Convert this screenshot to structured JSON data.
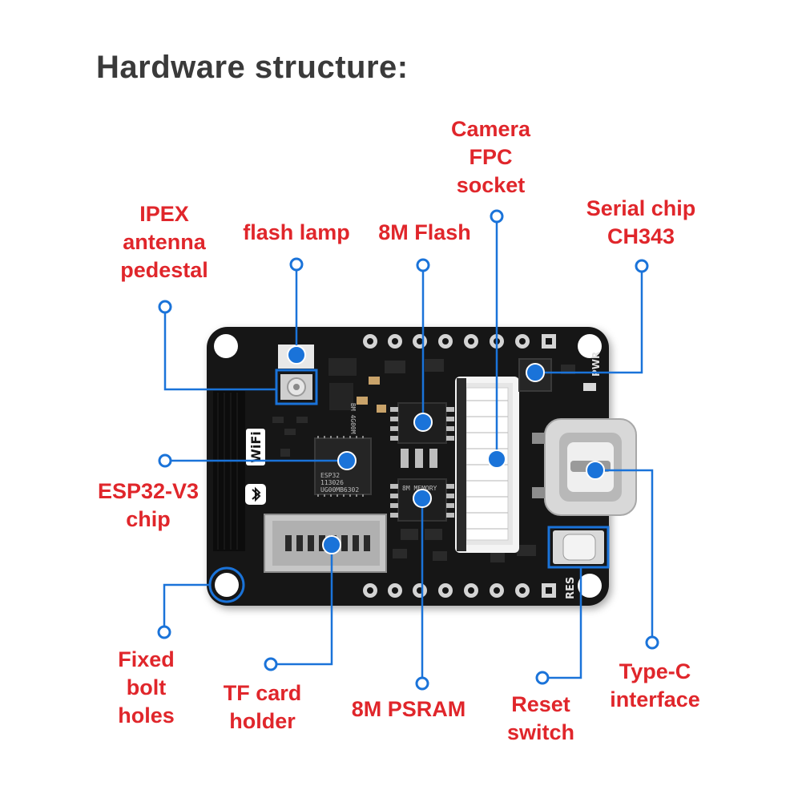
{
  "title": "Hardware structure:",
  "labels": {
    "ipex": "IPEX\nantenna\npedestal",
    "flash_lamp": "flash lamp",
    "flash8m": "8M Flash",
    "camera": "Camera\nFPC\nsocket",
    "serial": "Serial chip\nCH343",
    "esp32": "ESP32-V3\nchip",
    "bolt": "Fixed\nbolt\nholes",
    "tf": "TF card\nholder",
    "psram": "8M PSRAM",
    "reset": "Reset\nswitch",
    "typec": "Type-C\ninterface"
  },
  "board": {
    "wifi_text": "WiFi",
    "pwr_text": "PWR",
    "res_text": "RES",
    "chip_lines": [
      "ESP32",
      "113026",
      "UG00MB6302"
    ],
    "flash_chip_text": "8M MEMORY",
    "small_chip_text": "BM 4G00M"
  },
  "colors": {
    "label": "#e0262b",
    "marker": "#1a73d9",
    "board": "#151515",
    "title": "#3a3a3a"
  }
}
